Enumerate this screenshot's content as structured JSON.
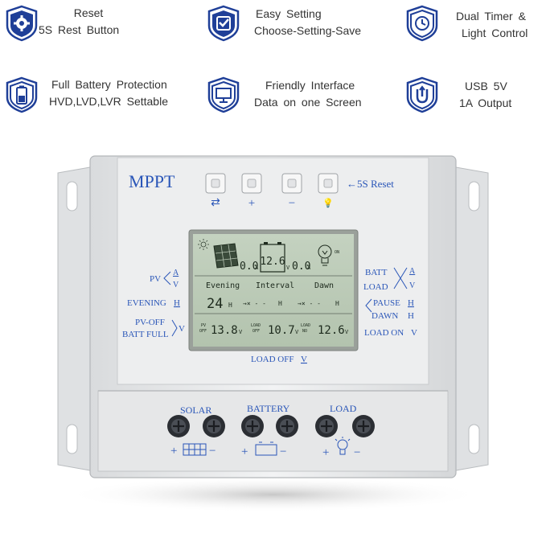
{
  "features": [
    {
      "id": "reset",
      "icon": "gear-icon",
      "line1": "Reset",
      "line2": "5S Rest Button"
    },
    {
      "id": "setting",
      "icon": "check-icon",
      "line1": "Easy Setting",
      "line2": "Choose-Setting-Save"
    },
    {
      "id": "timer",
      "icon": "clock-icon",
      "line1": "Dual Timer &",
      "line2": "Light Control"
    },
    {
      "id": "battery",
      "icon": "battery-icon",
      "line1": "Full Battery Protection",
      "line2": "HVD,LVD,LVR Settable"
    },
    {
      "id": "interface",
      "icon": "monitor-icon",
      "line1": "Friendly Interface",
      "line2": "Data on one Screen"
    },
    {
      "id": "usb",
      "icon": "usb-icon",
      "line1": "USB 5V",
      "line2": "1A Output"
    }
  ],
  "device": {
    "brand": "MPPT",
    "reset_label": "←5S Reset",
    "buttons": [
      {
        "symbol": "⇄"
      },
      {
        "symbol": "+"
      },
      {
        "symbol": "−"
      },
      {
        "symbol": "💡"
      }
    ],
    "left_labels": {
      "pv": "PV",
      "pv_a": "A",
      "pv_v": "V",
      "evening": "EVENING",
      "evening_h": "H",
      "pv_off": "PV-OFF",
      "batt_full": "BATT FULL",
      "batt_full_v": "V"
    },
    "right_labels": {
      "batt": "BATT",
      "batt_a": "A",
      "load": "LOAD",
      "load_v": "V",
      "pause": "PAUSE",
      "pause_h": "H",
      "dawn": "DAWN",
      "dawn_h": "H",
      "load_on": "LOAD ON",
      "load_on_v": "V"
    },
    "load_off": "LOAD OFF",
    "load_off_v": "V",
    "lcd": {
      "pv_current": "0.0",
      "pv_unit": "A",
      "batt_voltage": "12.6",
      "batt_unit": "V",
      "load_current": "0.0",
      "load_unit": "A",
      "on_label": "ON",
      "evening": "Evening",
      "interval": "Interval",
      "dawn": "Dawn",
      "evening_value": "24",
      "evening_unit": "H",
      "interval_value": "→×  - -",
      "interval_unit": "H",
      "dawn_value": "→×  - -",
      "dawn_unit": "H",
      "pv_off_top": "PV",
      "pv_off_bottom": "OFF",
      "pv_off_value": "13.8",
      "pv_off_unit": "V",
      "load_off_top": "LOAD",
      "load_off_bottom": "OFF",
      "load_off_value": "10.7",
      "load_off_unit": "V",
      "load_on_top": "LOAD",
      "load_on_bottom": "NO",
      "load_on_value": "12.6",
      "load_on_unit": "V"
    },
    "terminals": {
      "solar": "SOLAR",
      "battery": "BATTERY",
      "load": "LOAD",
      "plus": "+",
      "minus": "−"
    }
  }
}
